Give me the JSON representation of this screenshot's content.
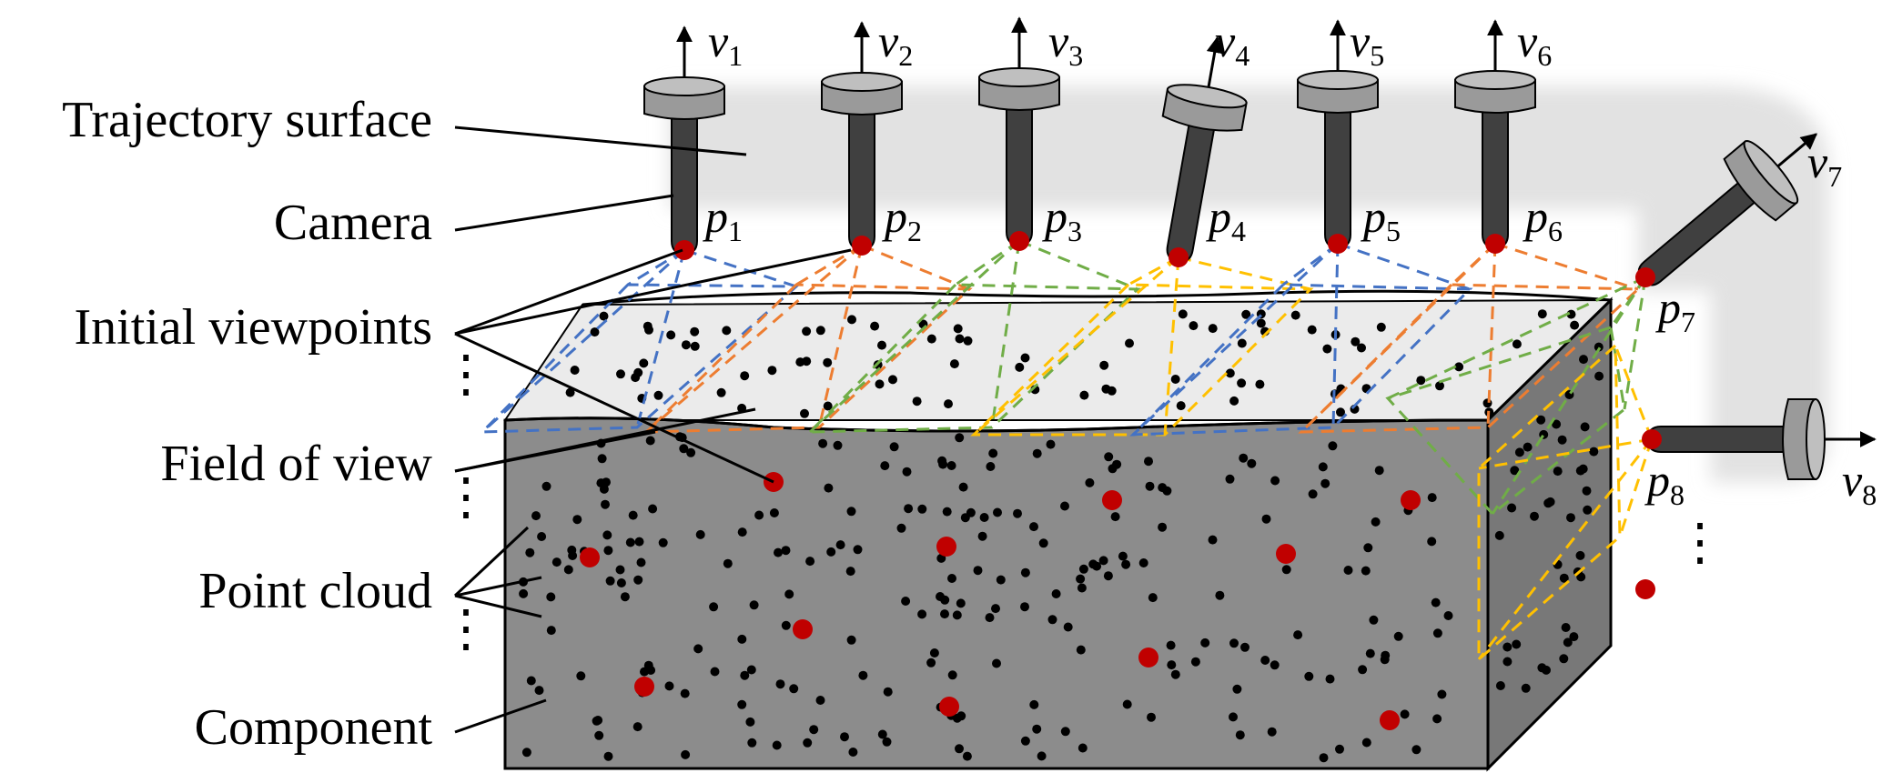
{
  "labels": {
    "trajectory_surface": "Trajectory surface",
    "camera": "Camera",
    "initial_viewpoints": "Initial viewpoints",
    "field_of_view": "Field of view",
    "point_cloud": "Point cloud",
    "component": "Component"
  },
  "viewpoints": [
    {
      "p": "p",
      "p_sub": "1",
      "v": "v",
      "v_sub": "1"
    },
    {
      "p": "p",
      "p_sub": "2",
      "v": "v",
      "v_sub": "2"
    },
    {
      "p": "p",
      "p_sub": "3",
      "v": "v",
      "v_sub": "3"
    },
    {
      "p": "p",
      "p_sub": "4",
      "v": "v",
      "v_sub": "4"
    },
    {
      "p": "p",
      "p_sub": "5",
      "v": "v",
      "v_sub": "5"
    },
    {
      "p": "p",
      "p_sub": "6",
      "v": "v",
      "v_sub": "6"
    },
    {
      "p": "p",
      "p_sub": "7",
      "v": "v",
      "v_sub": "7"
    },
    {
      "p": "p",
      "p_sub": "8",
      "v": "v",
      "v_sub": "8"
    }
  ],
  "ellipsis": "⋮",
  "colors": {
    "fov_blue": "#4472c4",
    "fov_orange": "#ed7d31",
    "fov_green": "#70ad47",
    "fov_yellow": "#ffc000",
    "viewpoint_red": "#c00000",
    "camera_body": "#404040",
    "camera_lens": "#bfbfbf",
    "component_front": "#8c8c8c",
    "component_top": "#e8e8e8",
    "trajectory_surface": "#e0e0e0"
  }
}
